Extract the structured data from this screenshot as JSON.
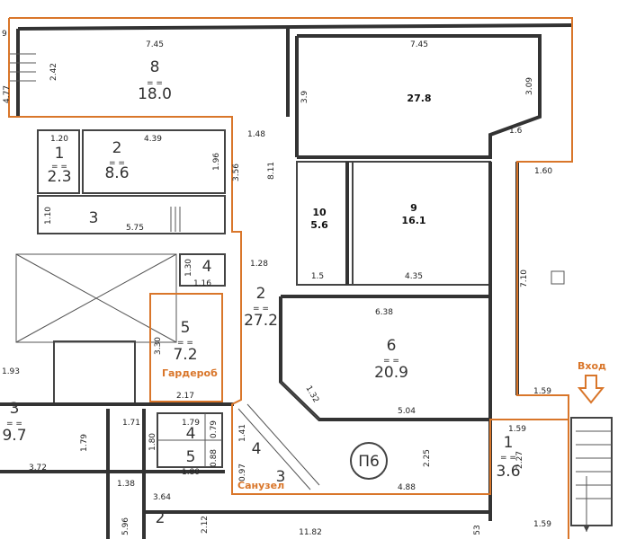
{
  "labels": {
    "entrance": "Вход",
    "wardrobe": "Гардероб",
    "bathroom": "Санузел"
  },
  "rooms": [
    {
      "key": "r8",
      "number": "8",
      "marks": "= =",
      "area": "18.0"
    },
    {
      "key": "rA",
      "number": "",
      "marks": "",
      "area": "27.8"
    },
    {
      "key": "r1a",
      "number": "1",
      "marks": "= =",
      "area": "2.3"
    },
    {
      "key": "r2a",
      "number": "2",
      "marks": "= =",
      "area": "8.6"
    },
    {
      "key": "r3a",
      "number": "3",
      "marks": "",
      "area": ""
    },
    {
      "key": "r10",
      "number": "10",
      "marks": "",
      "area": "5.6"
    },
    {
      "key": "r9",
      "number": "9",
      "marks": "",
      "area": "16.1"
    },
    {
      "key": "r4a",
      "number": "4",
      "marks": "",
      "area": ""
    },
    {
      "key": "r2b",
      "number": "2",
      "marks": "= =",
      "area": "27.2"
    },
    {
      "key": "r5a",
      "number": "5",
      "marks": "= =",
      "area": "7.2"
    },
    {
      "key": "r6",
      "number": "6",
      "marks": "= =",
      "area": "20.9"
    },
    {
      "key": "r3b",
      "number": "3",
      "marks": "= =",
      "area": "9.7"
    },
    {
      "key": "r4b",
      "number": "4",
      "marks": "",
      "area": ""
    },
    {
      "key": "r5b",
      "number": "5",
      "marks": "",
      "area": ""
    },
    {
      "key": "r4c",
      "number": "4",
      "marks": "",
      "area": ""
    },
    {
      "key": "r3c",
      "number": "3",
      "marks": "",
      "area": ""
    },
    {
      "key": "rP6",
      "number": "П6",
      "marks": "",
      "area": ""
    },
    {
      "key": "r1b",
      "number": "1",
      "marks": "= =",
      "area": "3.6"
    },
    {
      "key": "r2c",
      "number": "2",
      "marks": "",
      "area": ""
    }
  ],
  "dimensions": [
    "7.45",
    "2.42",
    "4.77",
    "9",
    "7.45",
    "3.9",
    "3.09",
    "1.6",
    "1.60",
    "1.20",
    "4.39",
    "1.96",
    "3.56",
    "1.48",
    "8.11",
    "1.10",
    "5.75",
    "1.5",
    "4.35",
    "7.10",
    "1.30",
    "1.16",
    "1.28",
    "6.38",
    "3.30",
    "2.17",
    "1.93",
    "1.32",
    "5.04",
    "1.59",
    "1.71",
    "1.79",
    "1.79",
    "0.79",
    "1.80",
    "0.88",
    "1.80",
    "1.41",
    "0.97",
    "2.25",
    "1.59",
    "2.27",
    "3.72",
    "1.38",
    "3.64",
    "4.88",
    "5.96",
    "2.12",
    "11.82",
    "53",
    "1.59"
  ]
}
